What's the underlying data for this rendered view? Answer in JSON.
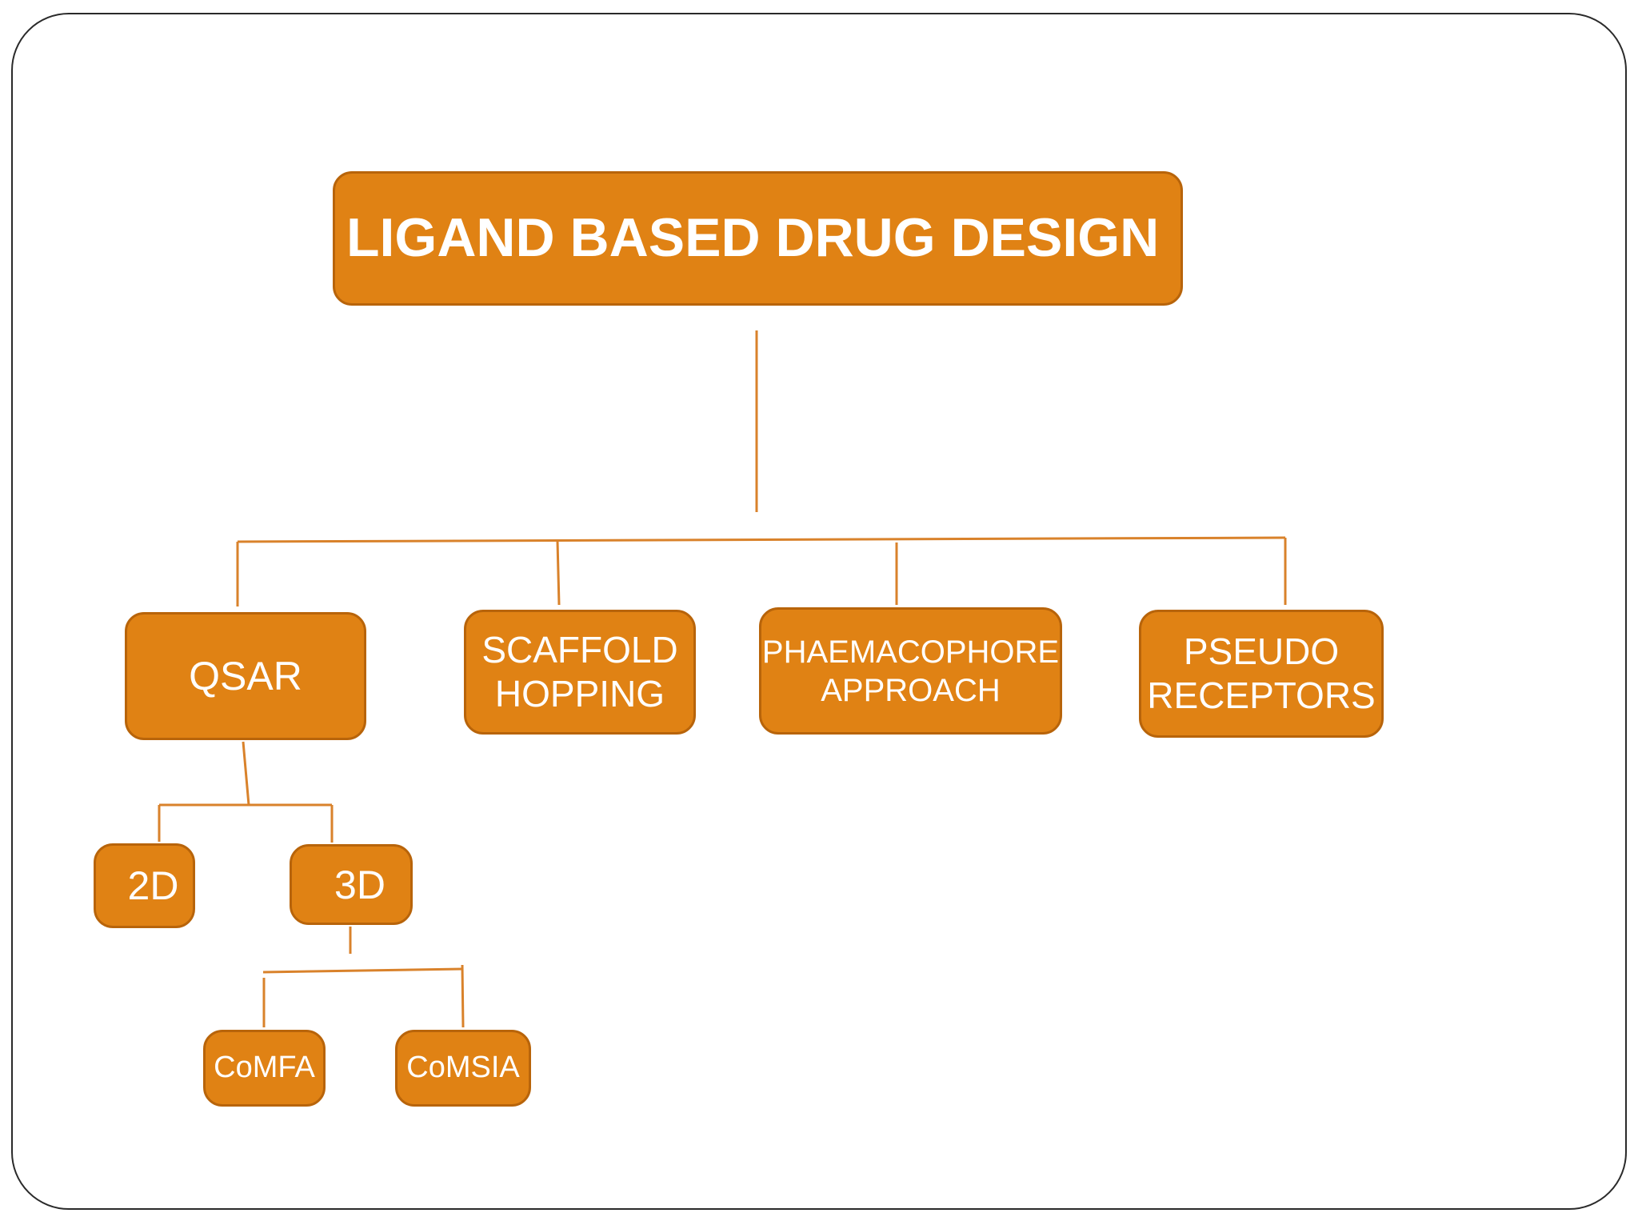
{
  "diagram": {
    "root": "LIGAND BASED DRUG DESIGN",
    "level1": {
      "qsar": "QSAR",
      "scaffold_hopping": "SCAFFOLD\nHOPPING",
      "phaemacophore_approach": "PHAEMACOPHORE\nAPPROACH",
      "pseudo_receptors": "PSEUDO\nRECEPTORS"
    },
    "qsar_children": {
      "two_d": "2D",
      "three_d": "3D"
    },
    "three_d_children": {
      "comfa": "CoMFA",
      "comsia": "CoMSIA"
    }
  },
  "colors": {
    "node_fill": "#e08214",
    "node_border": "#b8640a",
    "connector": "#d9822b",
    "text": "#ffffff"
  }
}
